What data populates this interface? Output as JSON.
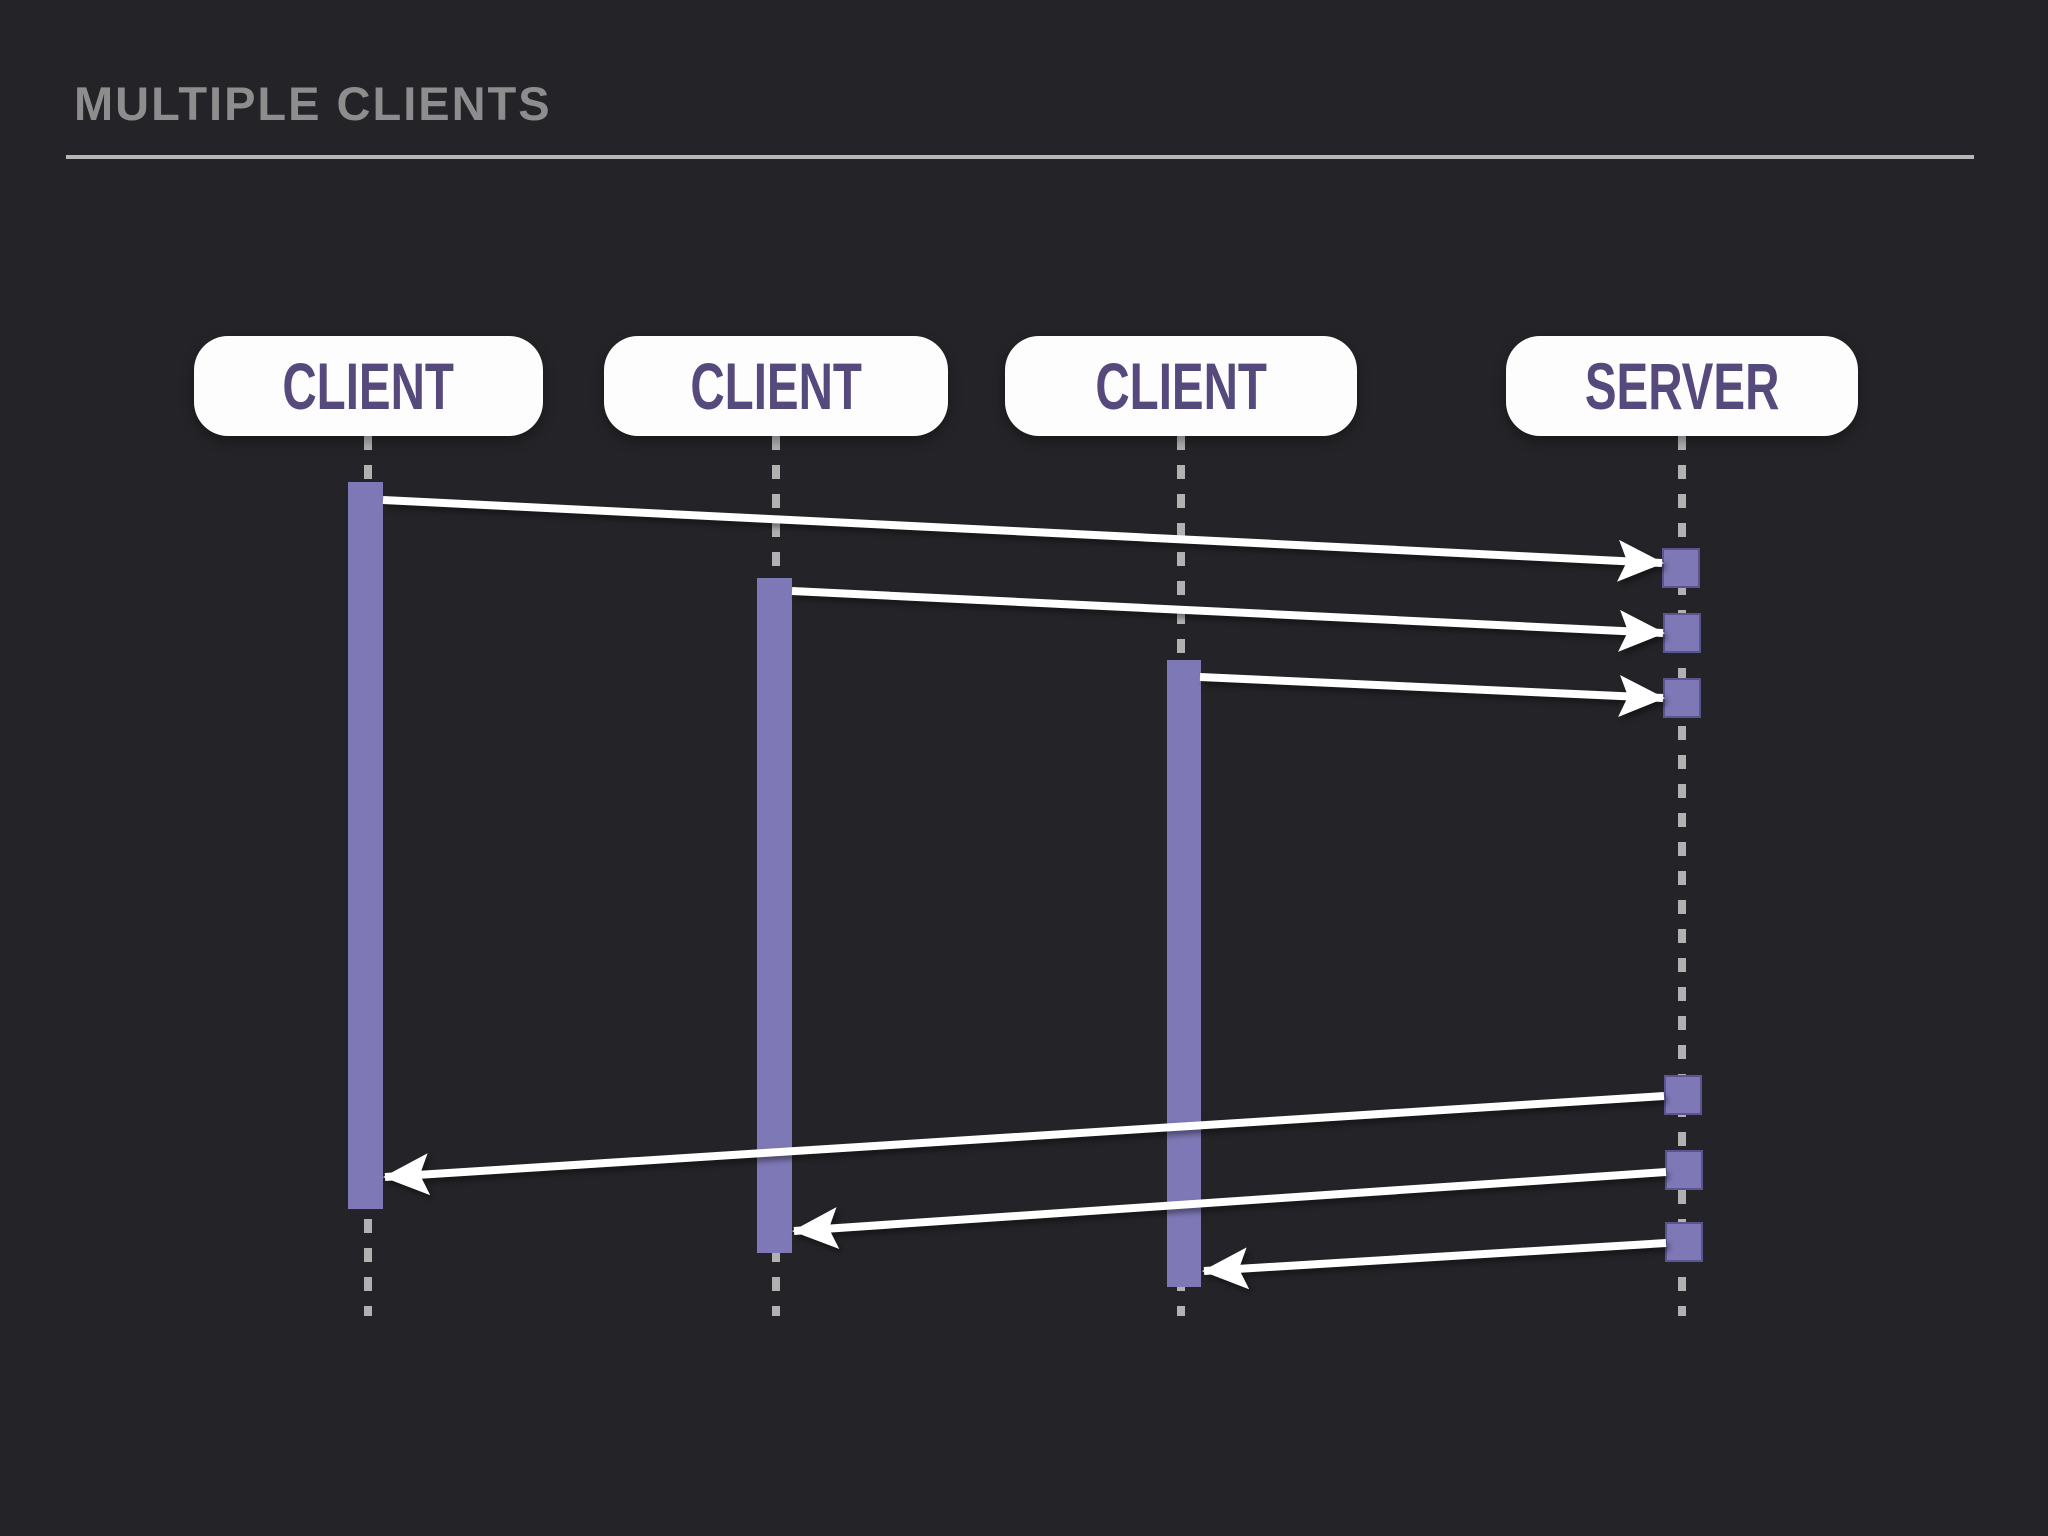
{
  "title": "MULTIPLE CLIENTS",
  "diagram": {
    "type": "sequence-diagram",
    "actors": [
      {
        "id": "client-1",
        "label": "CLIENT"
      },
      {
        "id": "client-2",
        "label": "CLIENT"
      },
      {
        "id": "client-3",
        "label": "CLIENT"
      },
      {
        "id": "server",
        "label": "SERVER"
      }
    ],
    "messages": [
      {
        "from": "client-1",
        "to": "server",
        "kind": "request"
      },
      {
        "from": "client-2",
        "to": "server",
        "kind": "request"
      },
      {
        "from": "client-3",
        "to": "server",
        "kind": "request"
      },
      {
        "from": "server",
        "to": "client-1",
        "kind": "response"
      },
      {
        "from": "server",
        "to": "client-2",
        "kind": "response"
      },
      {
        "from": "server",
        "to": "client-3",
        "kind": "response"
      }
    ]
  },
  "colors": {
    "background": "#242327",
    "title_text": "#8d8d8d",
    "divider": "#b6b6b6",
    "actor_box_fill": "#fdfdfd",
    "actor_label_text": "#564a7d",
    "activation_fill": "#7e78b6",
    "activation_border": "#5b5490",
    "lifeline": "#b1b1b1",
    "arrow": "#ffffff"
  }
}
